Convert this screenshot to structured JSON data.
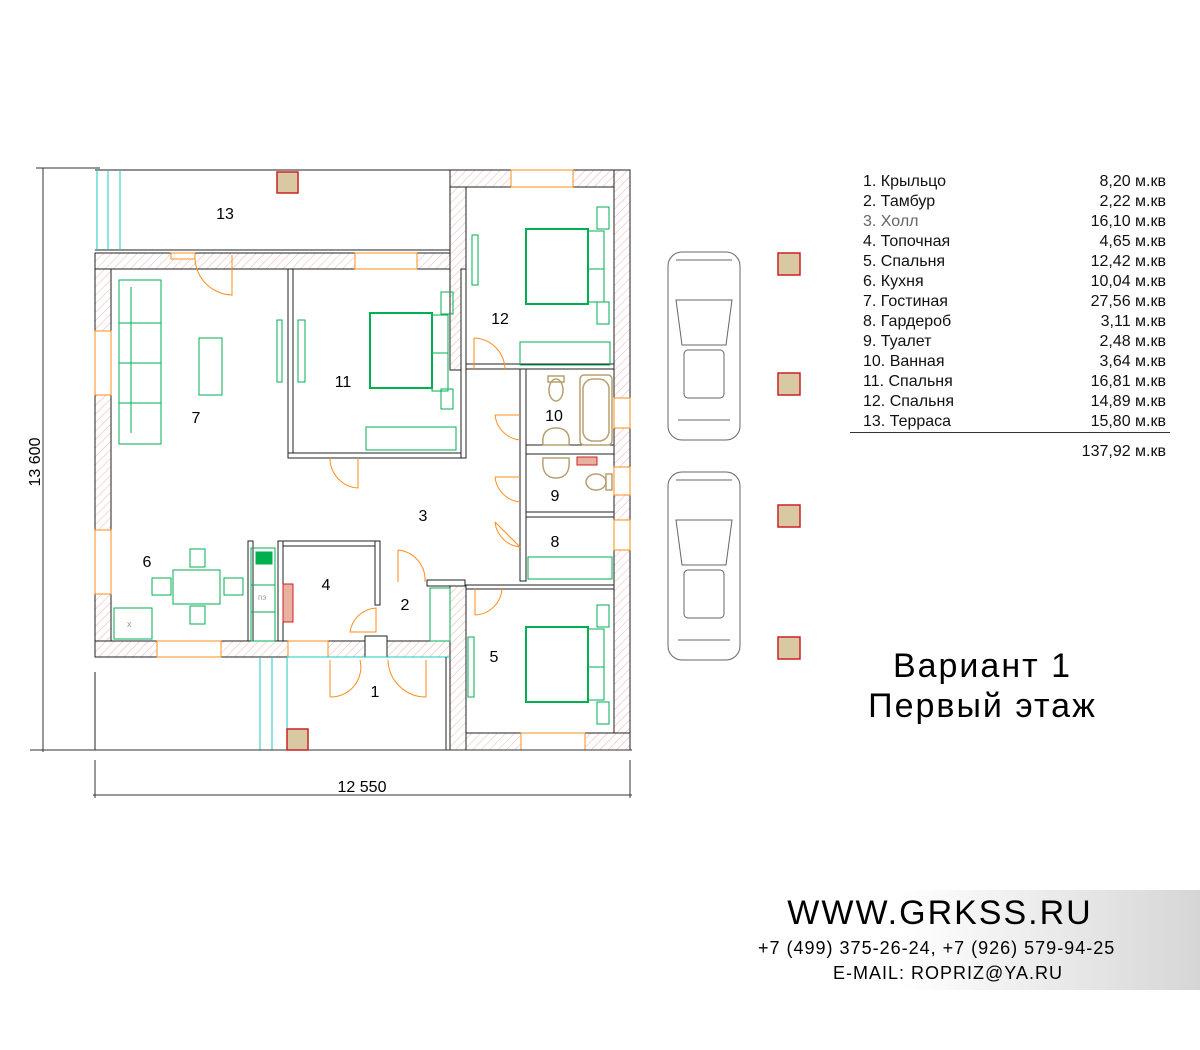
{
  "plan": {
    "room_labels": [
      "1",
      "2",
      "3",
      "4",
      "5",
      "6",
      "7",
      "8",
      "9",
      "10",
      "11",
      "12",
      "13"
    ],
    "dim_height": "13 600",
    "dim_width": "12 550",
    "kitchen_stove_label": "пэ",
    "kitchen_fridge_label": "x"
  },
  "legend": {
    "rooms": [
      {
        "name": "1. Крыльцо",
        "area": "8,20 м.кв"
      },
      {
        "name": "2. Тамбур",
        "area": "2,22 м.кв"
      },
      {
        "name": "3. Холл",
        "area": "16,10 м.кв"
      },
      {
        "name": "4. Топочная",
        "area": "4,65 м.кв"
      },
      {
        "name": "5. Спальня",
        "area": "12,42 м.кв"
      },
      {
        "name": "6. Кухня",
        "area": "10,04 м.кв"
      },
      {
        "name": "7. Гостиная",
        "area": "27,56 м.кв"
      },
      {
        "name": "8. Гардероб",
        "area": "3,11 м.кв"
      },
      {
        "name": "9. Туалет",
        "area": "2,48 м.кв"
      },
      {
        "name": "10. Ванная",
        "area": "3,64 м.кв"
      },
      {
        "name": "11. Спальня",
        "area": "16,81 м.кв"
      },
      {
        "name": "12. Спальня",
        "area": "14,89 м.кв"
      },
      {
        "name": "13. Терраса",
        "area": "15,80 м.кв"
      }
    ],
    "total": "137,92 м.кв"
  },
  "title": {
    "line1": "Вариант 1",
    "line2": "Первый этаж"
  },
  "contacts": {
    "website": "WWW.GRKSS.RU",
    "phones": "+7 (499) 375-26-24, +7 (926) 579-94-25",
    "email": "E-MAIL: ROPRIZ@YA.RU"
  },
  "colors": {
    "wall_hatch": "#f0a0a0",
    "furniture": "#00b050",
    "door": "#ff8c1a",
    "column_fill": "#d9c9a3",
    "column_border": "#cc2222",
    "glass": "#20c8c0",
    "sanitary": "#b8a070"
  }
}
